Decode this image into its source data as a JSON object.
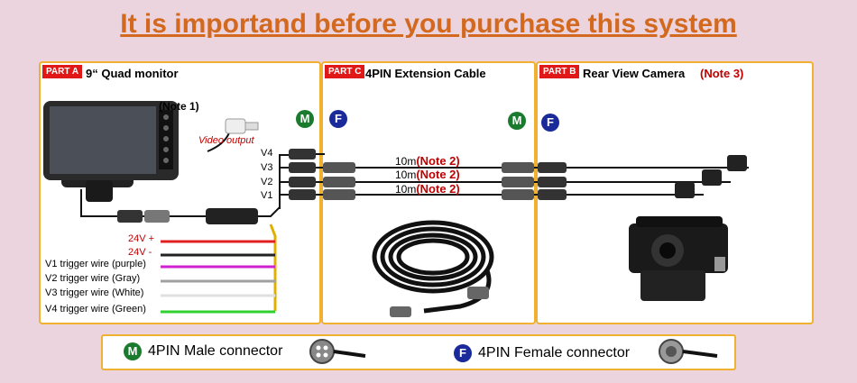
{
  "title": "It is importand before you purchase this system",
  "panel_a": {
    "tag": "PART A",
    "title": "9“ Quad monitor",
    "note": "(Note 1)",
    "video_output": "Video output"
  },
  "panel_c": {
    "tag": "PART C",
    "title": "4PIN Extension Cable"
  },
  "panel_b": {
    "tag": "PART B",
    "title": "Rear View Camera",
    "note": "(Note 3)"
  },
  "channels": [
    "V4",
    "V3",
    "V2",
    "V1"
  ],
  "cables": [
    {
      "length": "10m",
      "note": "(Note 2)"
    },
    {
      "length": "10m",
      "note": "(Note 2)"
    },
    {
      "length": "10m",
      "note": "(Note 2)"
    }
  ],
  "wires": [
    {
      "label": "24V +",
      "color": "#e02020",
      "red_label": true
    },
    {
      "label": "24V -",
      "color": "#222222",
      "red_label": true
    },
    {
      "label": "V1 trigger wire (purple)",
      "color": "#d020d0",
      "red_label": false
    },
    {
      "label": "V2 trigger wire (Gray)",
      "color": "#a0a0a0",
      "red_label": false
    },
    {
      "label": "V3 trigger wire (White)",
      "color": "#e0e0e0",
      "red_label": false
    },
    {
      "label": "V4 trigger wire (Green)",
      "color": "#30d030",
      "red_label": false
    }
  ],
  "badges": {
    "male": "M",
    "female": "F"
  },
  "legend": {
    "male_label": "4PIN Male connector",
    "female_label": "4PIN Female connector"
  },
  "colors": {
    "title": "#d2691e",
    "panel_border": "#f0b030",
    "tag_bg": "#e01818",
    "note": "#c00000",
    "male_badge": "#1a7a2e",
    "female_badge": "#1a2a9a",
    "background": "#ecd4de"
  }
}
